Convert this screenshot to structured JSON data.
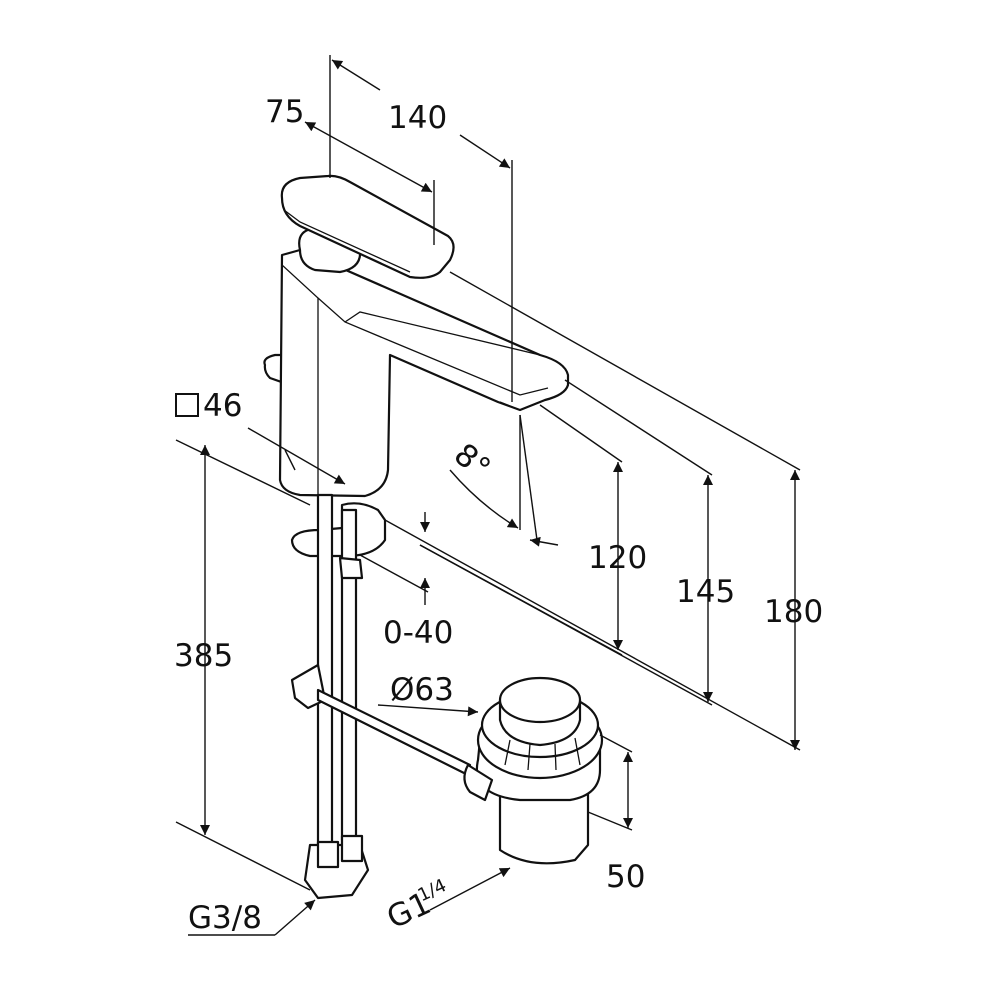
{
  "drawing": {
    "dimensions": {
      "handle_width": "75",
      "projection": "140",
      "body_square": "46",
      "tilt_angle": "8°",
      "spout_height": "120",
      "mid_height": "145",
      "total_height": "180",
      "hose_length": "385",
      "deck_thickness": "0-40",
      "waste_diameter": "Ø63",
      "waste_height": "50",
      "supply_thread": "G3/8",
      "waste_thread_main": "G1",
      "waste_thread_frac": "1/4"
    },
    "colors": {
      "line": "#111111",
      "background": "#ffffff"
    }
  }
}
